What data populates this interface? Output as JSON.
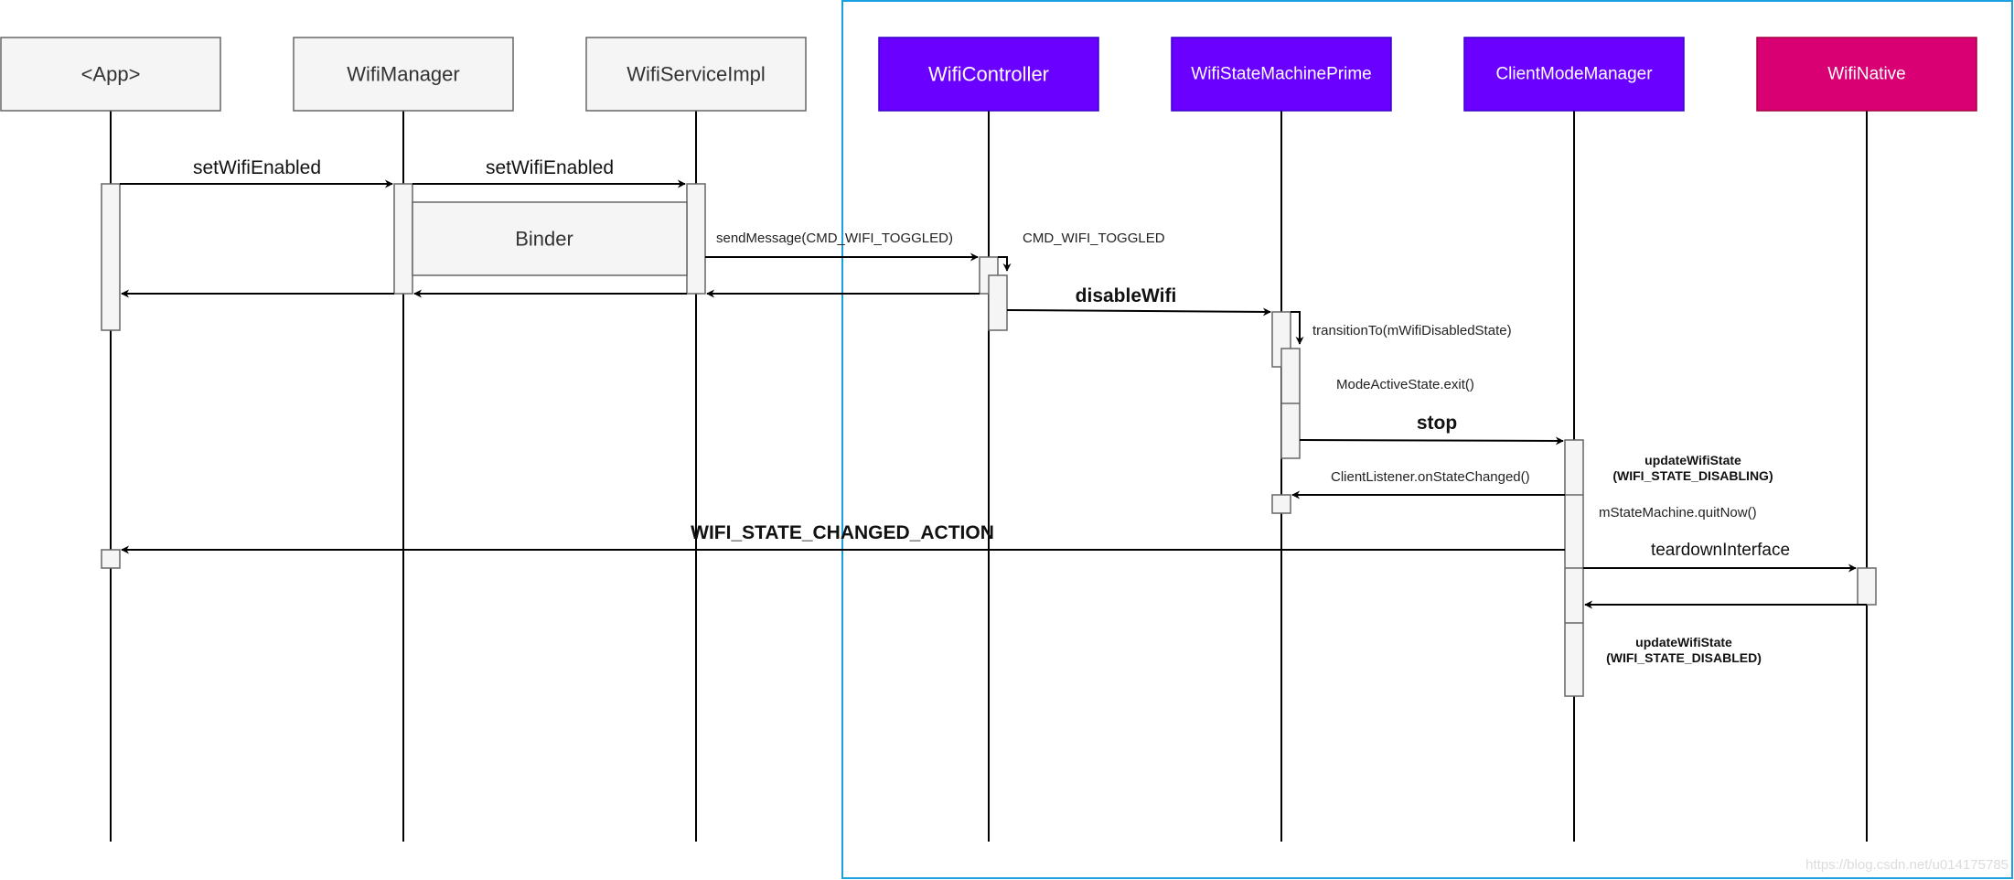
{
  "participants": [
    {
      "id": "app",
      "label": "<App>",
      "fill": "#f5f5f5",
      "text_color": "#333333"
    },
    {
      "id": "wifimanager",
      "label": "WifiManager",
      "fill": "#f5f5f5",
      "text_color": "#333333"
    },
    {
      "id": "wifiserviceimpl",
      "label": "WifiServiceImpl",
      "fill": "#f5f5f5",
      "text_color": "#333333"
    },
    {
      "id": "wificontroller",
      "label": "WifiController",
      "fill": "#6a00ff",
      "text_color": "#ffffff"
    },
    {
      "id": "wifistatemachineprime",
      "label": "WifiStateMachinePrime",
      "fill": "#6a00ff",
      "text_color": "#ffffff"
    },
    {
      "id": "clientmodemanager",
      "label": "ClientModeManager",
      "fill": "#6a00ff",
      "text_color": "#ffffff"
    },
    {
      "id": "wifinative",
      "label": "WifiNative",
      "fill": "#d80073",
      "text_color": "#ffffff"
    }
  ],
  "colors": {
    "frame": "#1ba1e2",
    "line": "#000000",
    "activation_fill": "#f5f5f5",
    "activation_stroke": "#666666"
  },
  "binder_label": "Binder",
  "messages": {
    "app_set_wifi_enabled": "setWifiEnabled",
    "manager_set_wifi_enabled": "setWifiEnabled",
    "send_message": "sendMessage(CMD_WIFI_TOGGLED)",
    "cmd_wifi_toggled": "CMD_WIFI_TOGGLED",
    "disable_wifi": "disableWifi",
    "transition_to": "transitionTo(mWifiDisabledState)",
    "mode_active_exit": "ModeActiveState.exit()",
    "stop": "stop",
    "update_disabling_1": "updateWifiState",
    "update_disabling_2": "(WIFI_STATE_DISABLING)",
    "client_listener": "ClientListener.onStateChanged()",
    "quit_now": "mStateMachine.quitNow()",
    "state_changed_action": "WIFI_STATE_CHANGED_ACTION",
    "teardown_interface": "teardownInterface",
    "update_disabled_1": "updateWifiState",
    "update_disabled_2": "(WIFI_STATE_DISABLED)"
  },
  "watermark": "https://blog.csdn.net/u014175785"
}
